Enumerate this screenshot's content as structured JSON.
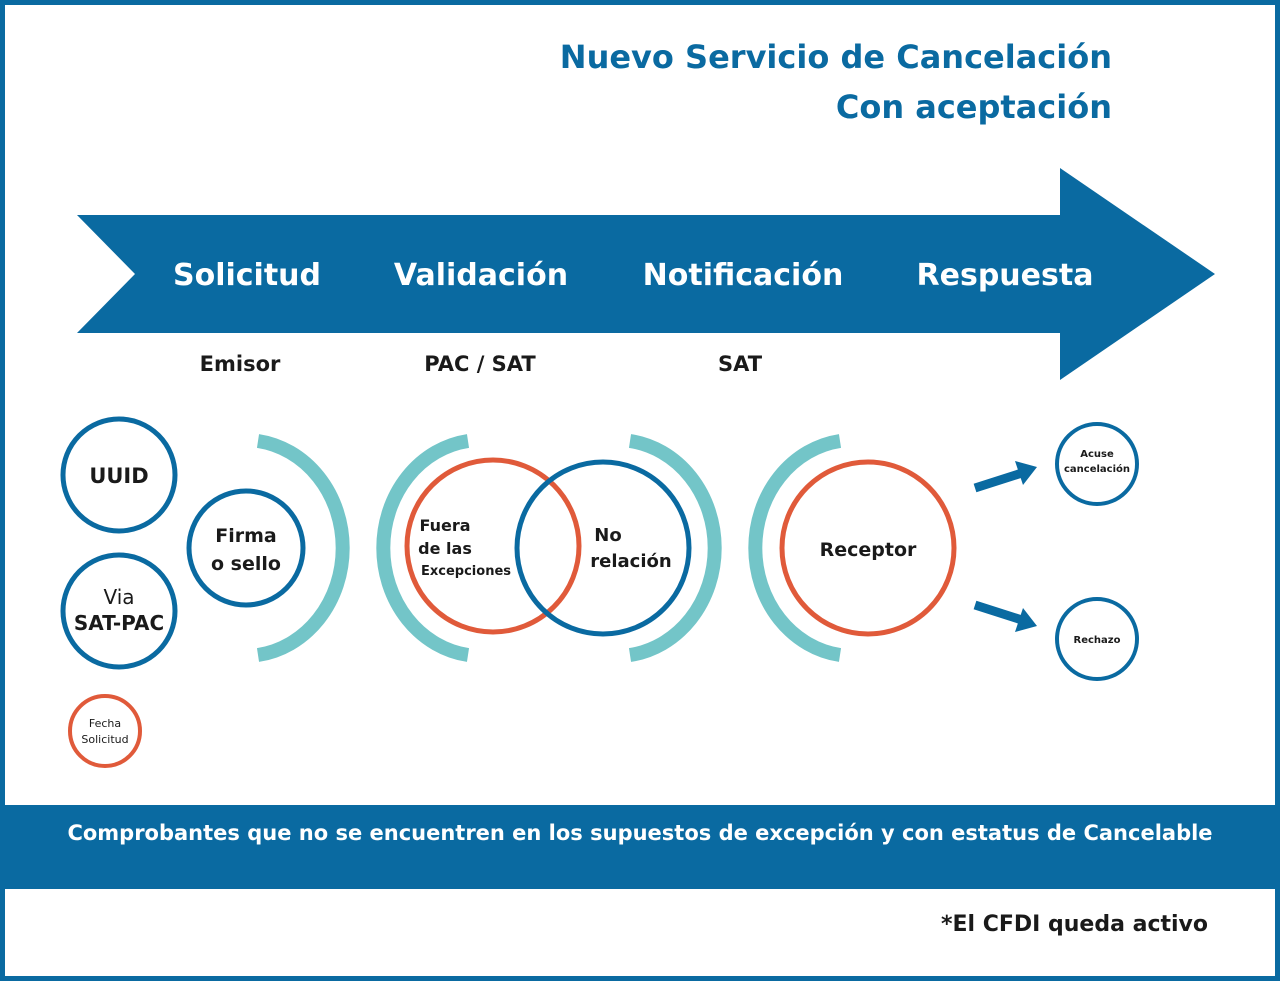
{
  "title": {
    "line1": "Nuevo Servicio de Cancelación",
    "line2": "Con aceptación"
  },
  "arrow": {
    "stages": [
      "Solicitud",
      "Validación",
      "Notificación",
      "Respuesta"
    ]
  },
  "actors": {
    "emisor": "Emisor",
    "pac_sat": "PAC / SAT",
    "sat": "SAT"
  },
  "inputs": {
    "uuid": "UUID",
    "via_line1": "Via",
    "via_line2": "SAT-PAC",
    "fecha_line1": "Fecha",
    "fecha_line2": "Solicitud"
  },
  "solicitud": {
    "firma_line1": "Firma",
    "firma_line2": "o sello"
  },
  "validacion": {
    "fuera_line1": "Fuera",
    "fuera_line2": "de las",
    "fuera_line3": "Excepciones",
    "no_line1": "No",
    "no_line2": "relación"
  },
  "notificacion": {
    "receptor": "Receptor"
  },
  "respuesta": {
    "acuse_line1": "Acuse",
    "acuse_line2": "cancelación",
    "rechazo": "Rechazo"
  },
  "band": {
    "text": "Comprobantes que no se encuentren en los supuestos de excepción y con estatus de Cancelable"
  },
  "footnote": "*El CFDI queda activo",
  "colors": {
    "blue": "#0a6aa1",
    "teal": "#73c5c8",
    "orange": "#e05a3a"
  }
}
